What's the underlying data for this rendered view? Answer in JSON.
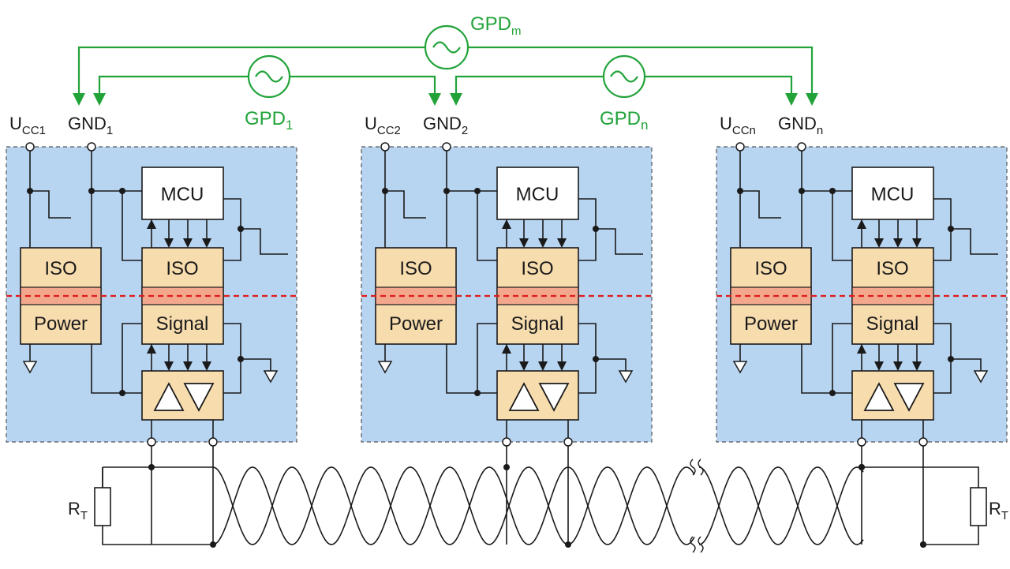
{
  "colors": {
    "node_bg": "#b7d4f0",
    "block_fill": "#f7dcae",
    "barrier_fill": "#f3a78d",
    "barrier_line": "#e01b1b",
    "green": "#22a33a",
    "wire": "#1a1a1a"
  },
  "gpd": {
    "m": {
      "base": "GPD",
      "sub": "m"
    },
    "one": {
      "base": "GPD",
      "sub": "1"
    },
    "n": {
      "base": "GPD",
      "sub": "n"
    }
  },
  "nodes": [
    {
      "ucc": {
        "base": "U",
        "sub": "CC1"
      },
      "gnd": {
        "base": "GND",
        "sub": "1"
      },
      "mcu": "MCU",
      "iso_power_top": "ISO",
      "iso_power_bottom": "Power",
      "iso_signal_top": "ISO",
      "iso_signal_bottom": "Signal"
    },
    {
      "ucc": {
        "base": "U",
        "sub": "CC2"
      },
      "gnd": {
        "base": "GND",
        "sub": "2"
      },
      "mcu": "MCU",
      "iso_power_top": "ISO",
      "iso_power_bottom": "Power",
      "iso_signal_top": "ISO",
      "iso_signal_bottom": "Signal"
    },
    {
      "ucc": {
        "base": "U",
        "sub": "CCn"
      },
      "gnd": {
        "base": "GND",
        "sub": "n"
      },
      "mcu": "MCU",
      "iso_power_top": "ISO",
      "iso_power_bottom": "Power",
      "iso_signal_top": "ISO",
      "iso_signal_bottom": "Signal"
    }
  ],
  "terminators": {
    "left": {
      "base": "R",
      "sub": "T"
    },
    "right": {
      "base": "R",
      "sub": "T"
    }
  }
}
